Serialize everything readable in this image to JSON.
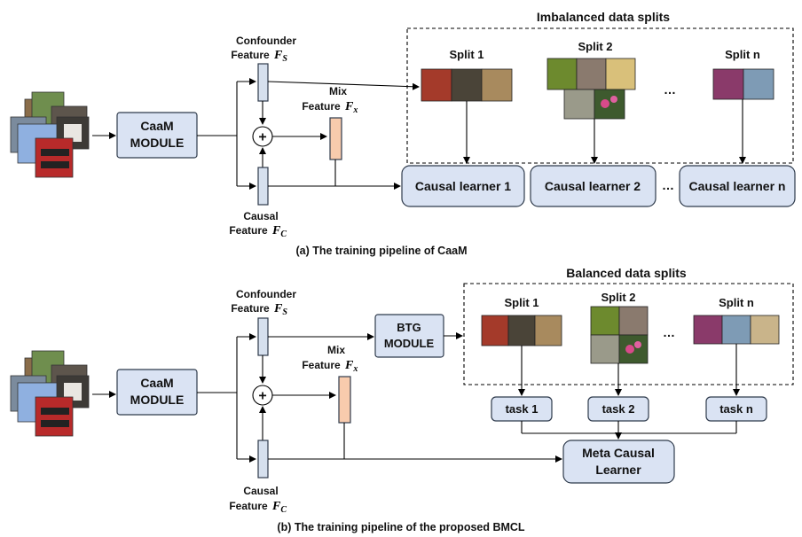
{
  "panel_a": {
    "caption": "(a) The training pipeline of CaaM",
    "module_line1": "CaaM",
    "module_line2": "MODULE",
    "confounder_line1": "Confounder",
    "confounder_line2": "Feature",
    "confounder_symbol": "F",
    "confounder_sub": "S",
    "mix_line1": "Mix",
    "mix_line2": "Feature",
    "mix_symbol": "F",
    "mix_sub": "x",
    "causal_line1": "Causal",
    "causal_line2": "Feature",
    "causal_symbol": "F",
    "causal_sub": "C",
    "plus": "+",
    "splits_title": "Imbalanced data splits",
    "split1": "Split 1",
    "split2": "Split 2",
    "splitn": "Split n",
    "ellipsis": "…",
    "learner1": "Causal learner 1",
    "learner2": "Causal learner 2",
    "learnern": "Causal learner n",
    "learner_ellipsis": "…"
  },
  "panel_b": {
    "caption": "(b) The training pipeline of the proposed BMCL",
    "module_line1": "CaaM",
    "module_line2": "MODULE",
    "confounder_line1": "Confounder",
    "confounder_line2": "Feature",
    "confounder_symbol": "F",
    "confounder_sub": "S",
    "mix_line1": "Mix",
    "mix_line2": "Feature",
    "mix_symbol": "F",
    "mix_sub": "x",
    "causal_line1": "Causal",
    "causal_line2": "Feature",
    "causal_symbol": "F",
    "causal_sub": "C",
    "plus": "+",
    "btg_line1": "BTG",
    "btg_line2": "MODULE",
    "splits_title": "Balanced data splits",
    "split1": "Split 1",
    "split2": "Split 2",
    "splitn": "Split n",
    "ellipsis": "…",
    "task1": "task 1",
    "task2": "task 2",
    "taskn": "task n",
    "meta_line1": "Meta Causal",
    "meta_line2": "Learner"
  }
}
